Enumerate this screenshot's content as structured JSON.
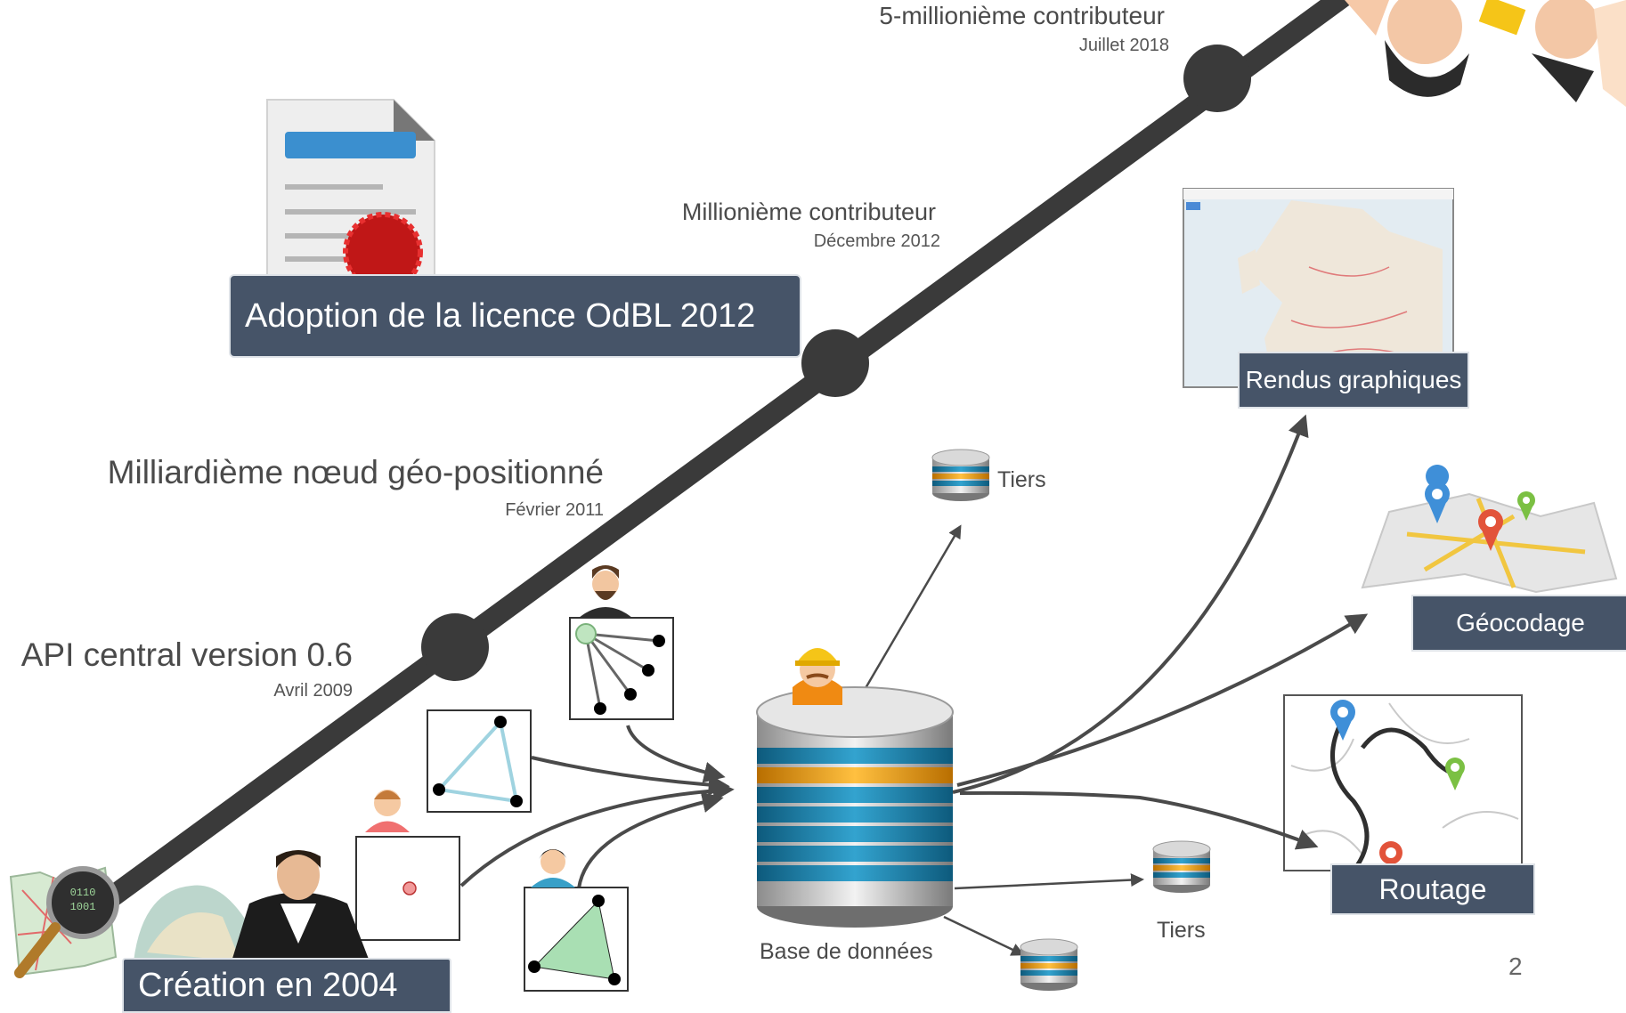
{
  "milestones": [
    {
      "title": "5-millionième contributeur",
      "date": "Juillet 2018"
    },
    {
      "title": "Millionième contributeur",
      "date": "Décembre 2012"
    },
    {
      "title": "Milliardième nœud géo-positionné",
      "date": "Février 2011"
    },
    {
      "title": "API central version 0.6",
      "date": "Avril 2009"
    }
  ],
  "banners": {
    "licence": "Adoption de la licence OdBL 2012",
    "creation": "Création en 2004",
    "rendus": "Rendus graphiques",
    "geocodage": "Géocodage",
    "routage": "Routage"
  },
  "labels": {
    "database": "Base de données",
    "tiers_top": "Tiers",
    "tiers_right": "Tiers"
  },
  "page_number": "2",
  "colors": {
    "timeline": "#3a3a3a",
    "banner_bg": "#465468",
    "db_blue": "#1f7fa6",
    "db_orange": "#f0a020",
    "arrow": "#4a4a4a"
  },
  "icons": [
    "certificate-icon",
    "osm-logo-icon",
    "database-icon",
    "worker-icon",
    "user-icon",
    "map-pin-icon"
  ]
}
